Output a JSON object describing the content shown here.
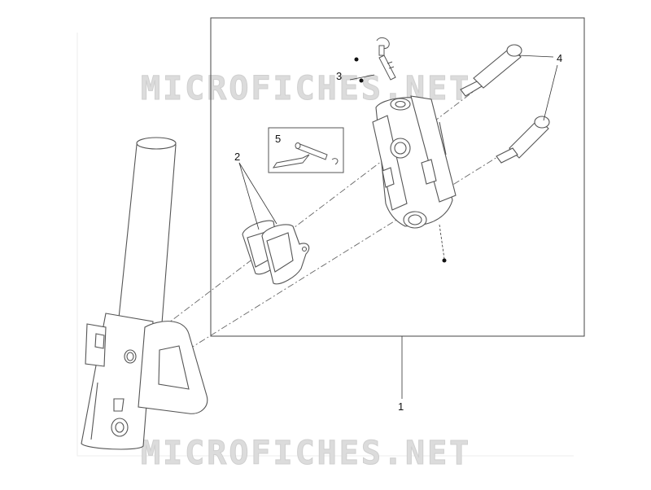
{
  "watermark": {
    "text": "MICROFICHES.NET"
  },
  "callouts": {
    "c1": "1",
    "c2": "2",
    "c3": "3",
    "c4": "4",
    "c5": "5"
  }
}
